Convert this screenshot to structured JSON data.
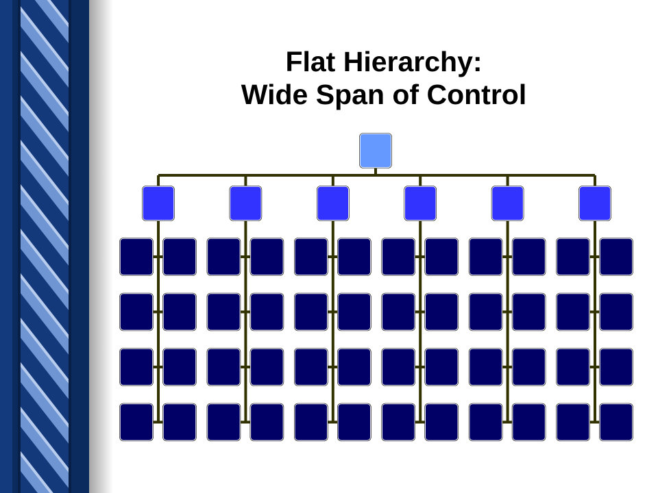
{
  "slide": {
    "title_line1": "Flat Hierarchy:",
    "title_line2": "Wide Span of Control"
  },
  "diagram": {
    "type": "org-chart",
    "root": {
      "count": 1
    },
    "managers": {
      "count": 6
    },
    "employees_per_manager": {
      "columns": 2,
      "rows": 4
    },
    "colors": {
      "root": "#6699ff",
      "manager": "#3333ff",
      "employee": "#000066",
      "connector": "#333300",
      "sidebar_dark": "#0b2a5e",
      "sidebar_light": "#5f87c9"
    }
  }
}
